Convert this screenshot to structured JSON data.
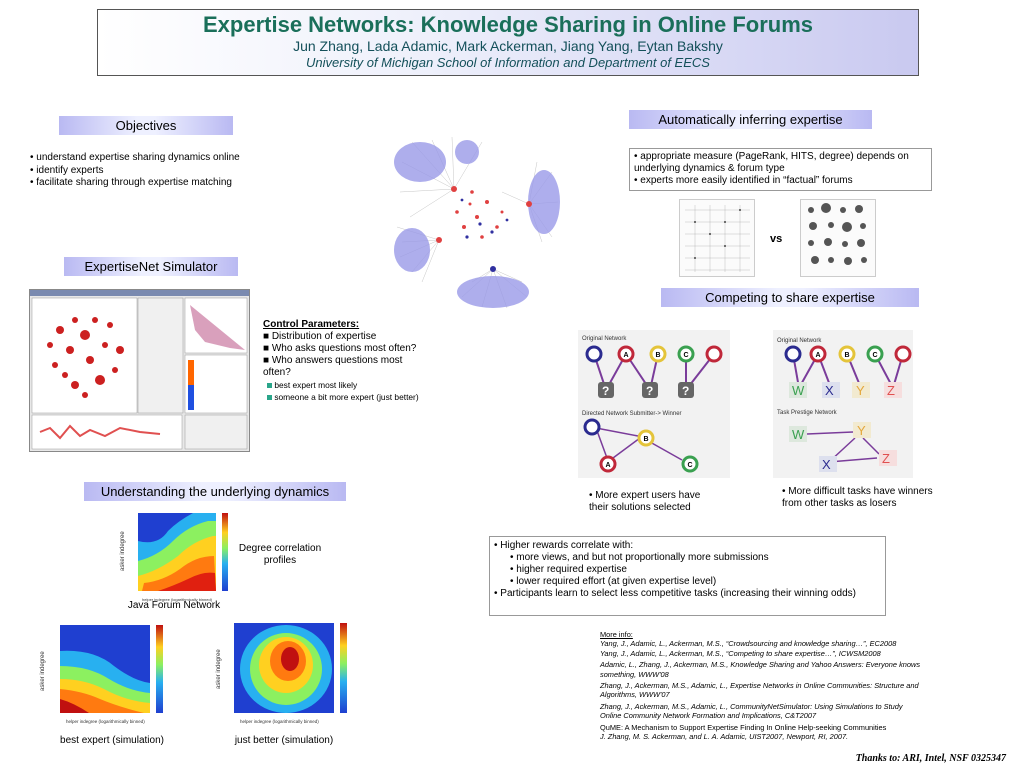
{
  "header": {
    "title": "Expertise Networks: Knowledge Sharing in Online Forums",
    "authors": "Jun Zhang, Lada Adamic, Mark Ackerman, Jiang Yang, Eytan Bakshy",
    "affiliation": "University of Michigan School of Information and Department of EECS"
  },
  "objectives": {
    "heading": "Objectives",
    "items": [
      "• understand expertise sharing dynamics online",
      "• identify experts",
      "• facilitate sharing through expertise matching"
    ]
  },
  "simulator": {
    "heading": "ExpertiseNet Simulator",
    "control_title": "Control Parameters:",
    "controls": [
      "■ Distribution of expertise",
      "■ Who asks questions most often?",
      "■ Who answers questions most",
      "often?"
    ],
    "legend": [
      {
        "label": "best expert most likely",
        "color": "#2aa58a"
      },
      {
        "label": "someone a bit more expert (just better)",
        "color": "#2aa58a"
      }
    ]
  },
  "inferring": {
    "heading": "Automatically inferring expertise",
    "items": [
      "• appropriate measure (PageRank, HITS, degree) depends on",
      "underlying dynamics & forum type",
      "• experts more easily identified in “factual” forums"
    ],
    "vs": "vs"
  },
  "competing": {
    "heading": "Competing to share expertise",
    "left_panel": {
      "title_top": "Original Network",
      "title_bottom": "Directed Network Submitter-> Winner",
      "nodes_top": [
        "A",
        "B",
        "C"
      ],
      "nodes_bottom": [
        "B",
        "A",
        "C"
      ],
      "question_mark": "?"
    },
    "right_panel": {
      "title_top": "Original Network",
      "title_bottom": "Task Prestige Network",
      "nodes_top": [
        "A",
        "B",
        "C"
      ],
      "tasks_top": [
        "W",
        "X",
        "Y",
        "Z"
      ],
      "tasks_bottom": [
        "W",
        "Y",
        "X",
        "Z"
      ]
    },
    "caption_left": [
      "• More expert users have",
      "their solutions selected"
    ],
    "caption_right": [
      "• More difficult tasks have winners",
      "from other tasks as losers"
    ],
    "findings": [
      "• Higher rewards correlate with:",
      "• more views, and but not proportionally more submissions",
      "• higher required expertise",
      "• lower required effort (at given expertise level)",
      "• Participants learn to select less competitive tasks (increasing their winning odds)"
    ]
  },
  "dynamics": {
    "heading": "Understanding the underlying dynamics",
    "java_caption": "Java Forum Network",
    "degree_label": "Degree correlation profiles",
    "best_caption": "best expert (simulation)",
    "better_caption": "just better (simulation)",
    "ylabel": "asker indegree",
    "xlabel": "helper indegree (logarithmically binned)"
  },
  "refs": {
    "heading": "More info:",
    "items": [
      "Yang, J., Adamic, L., Ackerman, M.S., “Crowdsourcing and knowledge sharing…”,  EC2008",
      "Yang, J., Adamic, L., Ackerman, M.S., “Competing to share expertise…”,  ICWSM2008",
      "Adamic, L., Zhang, J., Ackerman, M.S., Knowledge Sharing and Yahoo Answers: Everyone knows",
      "something, WWW'08",
      "Zhang, J., Ackerman, M.S., Adamic, L., Expertise Networks in Online Communities: Structure and",
      "Algorithms, WWW'07",
      "Zhang, J., Ackerman, M.S., Adamic, L., CommunityNetSimulator: Using Simulations to Study",
      "Online Community Network Formation and Implications, C&T2007",
      "QuME: A Mechanism to Support Expertise Finding In Online Help-seeking Communities",
      "J. Zhang, M. S. Ackerman, and L. A. Adamic, UIST2007, Newport, RI, 2007."
    ]
  },
  "thanks": "Thanks to: ARI, Intel, NSF 0325347"
}
